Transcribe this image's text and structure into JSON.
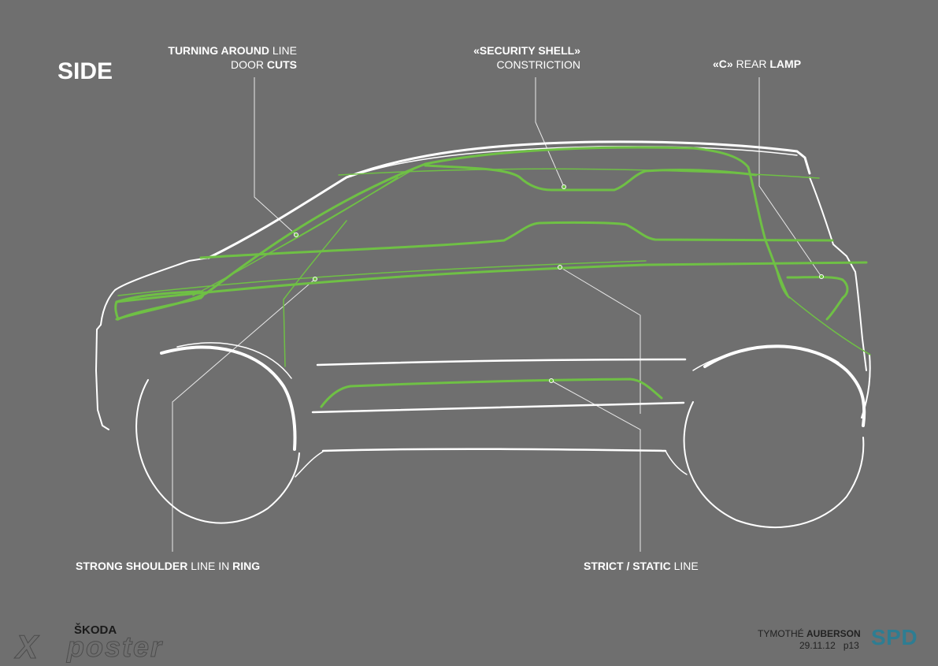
{
  "title": "SIDE",
  "labels": {
    "turning_bold": "TURNING AROUND",
    "turning_rest": " LINE",
    "door_rest": "DOOR ",
    "door_bold": "CUTS",
    "security_bold": "«SECURITY SHELL»",
    "security_sub": "CONSTRICTION",
    "rear_bold1": "«C»",
    "rear_mid": " REAR ",
    "rear_bold2": "LAMP",
    "shoulder_bold1": "STRONG SHOULDER",
    "shoulder_mid": " LINE IN ",
    "shoulder_bold2": "RING",
    "strict_bold": "STRICT / STATIC",
    "strict_rest": " LINE"
  },
  "footer": {
    "author_first": "TYMOTHÉ ",
    "author_last": "AUBERSON",
    "date_page": "29.11.12   p13",
    "studio": "SPD",
    "brand": "ŠKODA",
    "poster": "poster",
    "x": "X"
  },
  "colors": {
    "background": "#6f6f6f",
    "sketch_white": "#ffffff",
    "accent_green": "#6fc045",
    "studio_blue": "#2e7d92"
  }
}
